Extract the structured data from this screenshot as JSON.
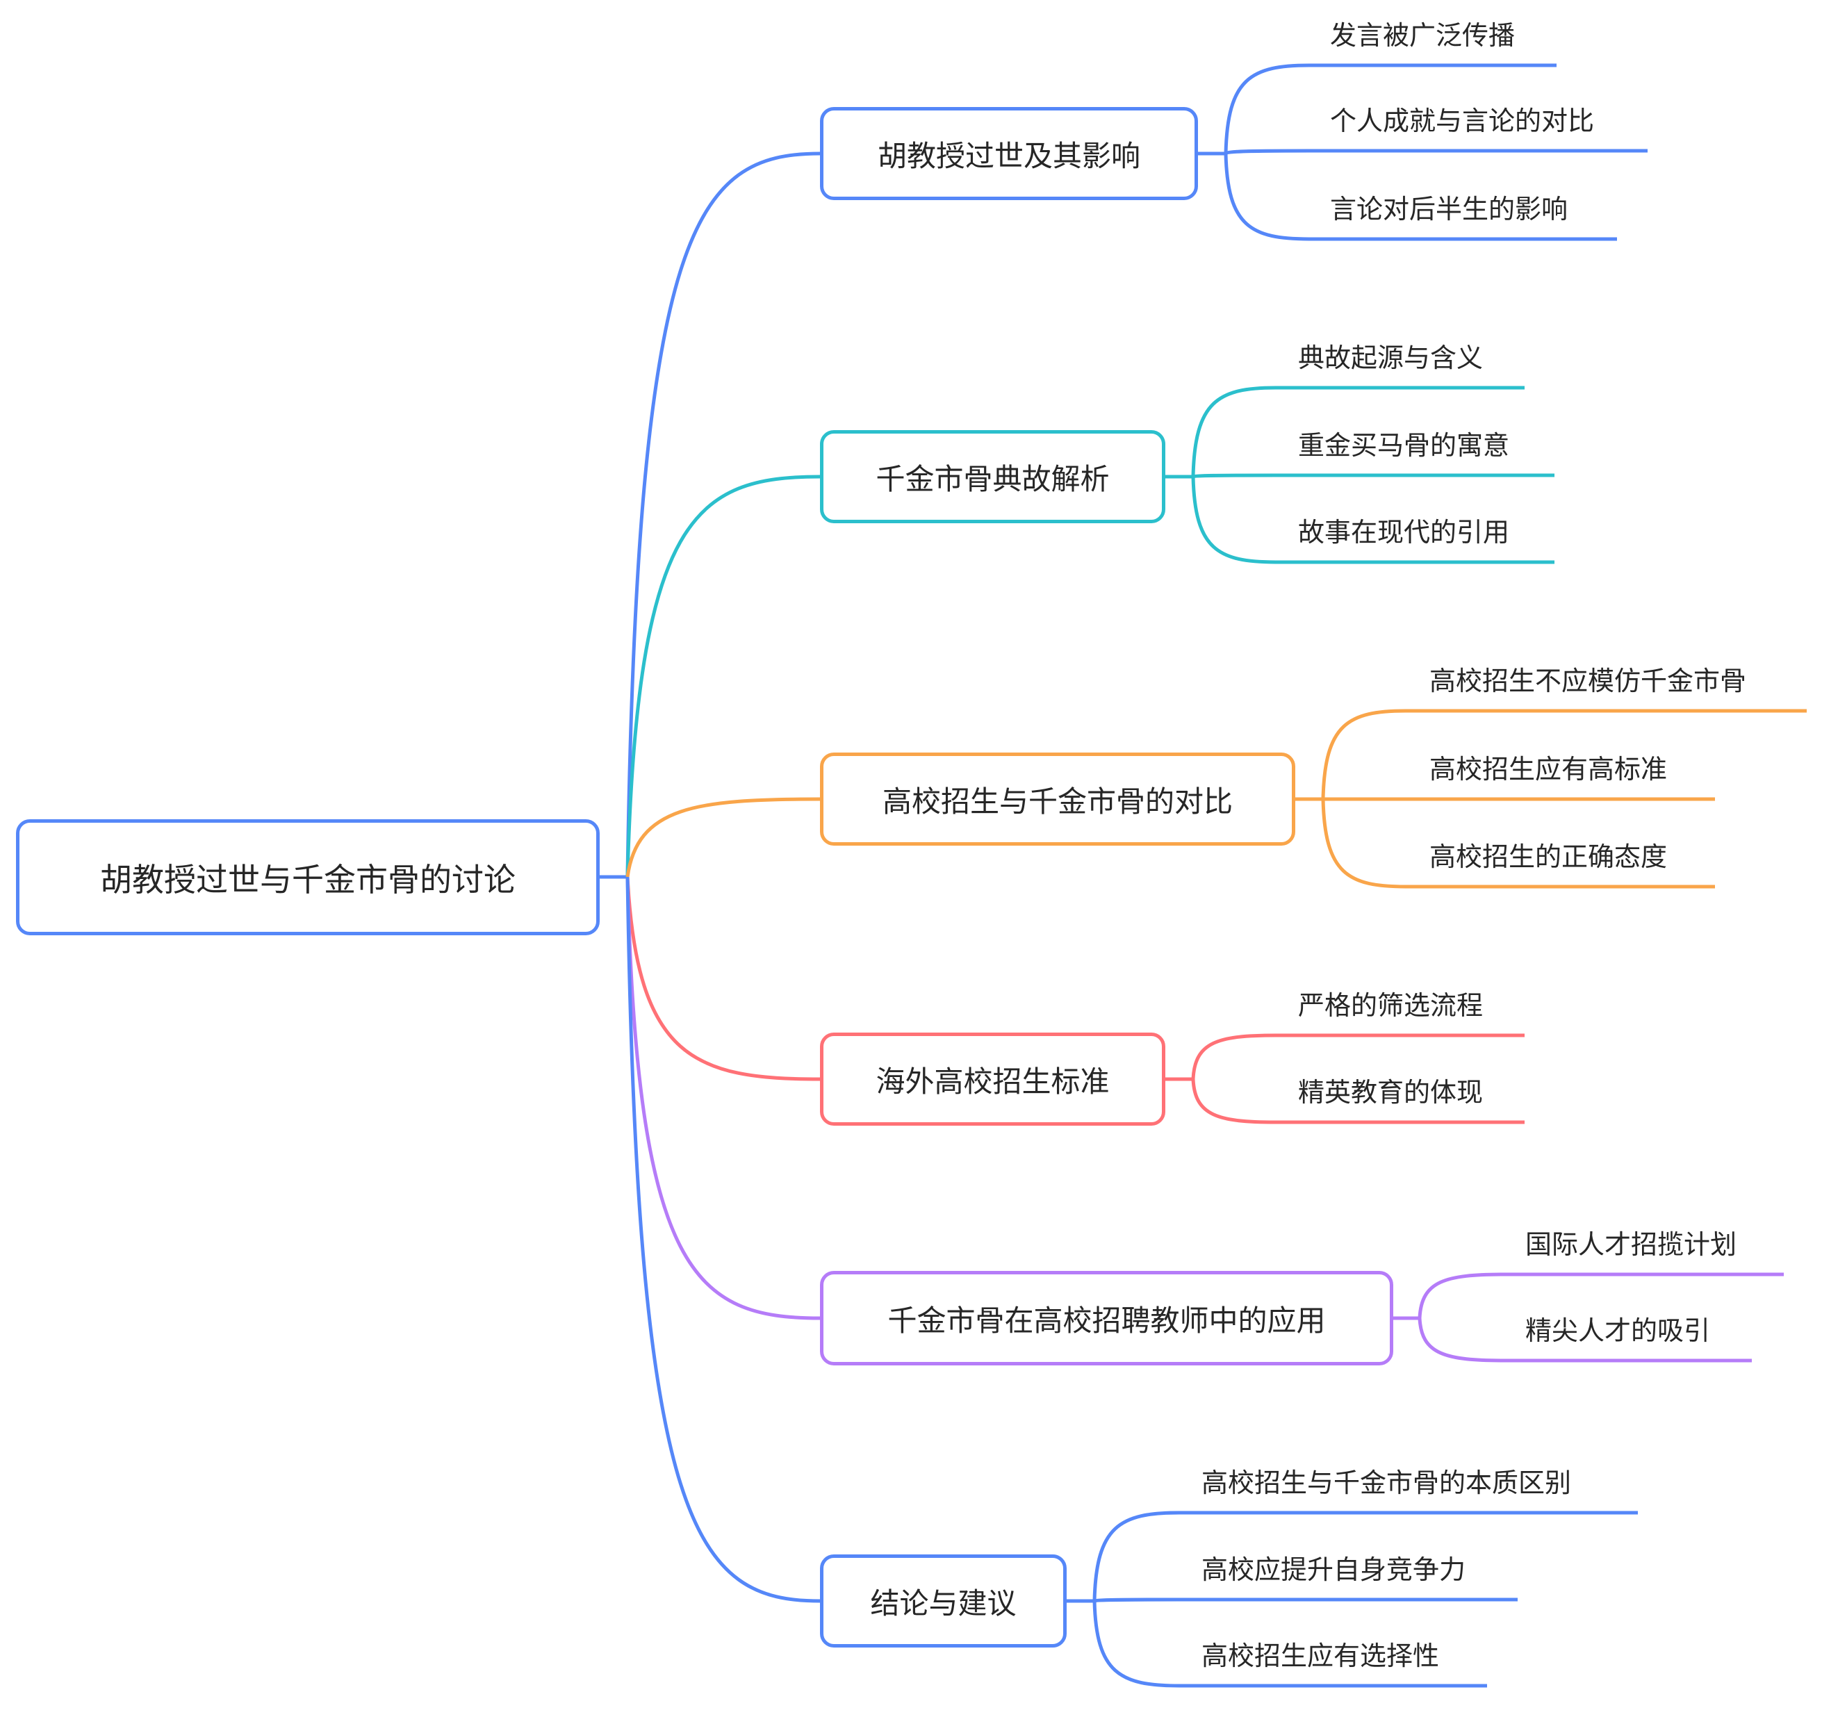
{
  "root": {
    "label": "胡教授过世与千金市骨的讨论",
    "color": "#5587F8"
  },
  "branches": [
    {
      "label": "胡教授过世及其影响",
      "color": "#5587F8",
      "children": [
        "发言被广泛传播",
        "个人成就与言论的对比",
        "言论对后半生的影响"
      ]
    },
    {
      "label": "千金市骨典故解析",
      "color": "#2BBFCC",
      "children": [
        "典故起源与含义",
        "重金买马骨的寓意",
        "故事在现代的引用"
      ]
    },
    {
      "label": "高校招生与千金市骨的对比",
      "color": "#F9A54A",
      "children": [
        "高校招生不应模仿千金市骨",
        "高校招生应有高标准",
        "高校招生的正确态度"
      ]
    },
    {
      "label": "海外高校招生标准",
      "color": "#FF7176",
      "children": [
        "严格的筛选流程",
        "精英教育的体现"
      ]
    },
    {
      "label": "千金市骨在高校招聘教师中的应用",
      "color": "#B57CF8",
      "children": [
        "国际人才招揽计划",
        "精尖人才的吸引"
      ]
    },
    {
      "label": "结论与建议",
      "color": "#5587F8",
      "children": [
        "高校招生与千金市骨的本质区别",
        "高校应提升自身竞争力",
        "高校招生应有选择性"
      ]
    }
  ]
}
